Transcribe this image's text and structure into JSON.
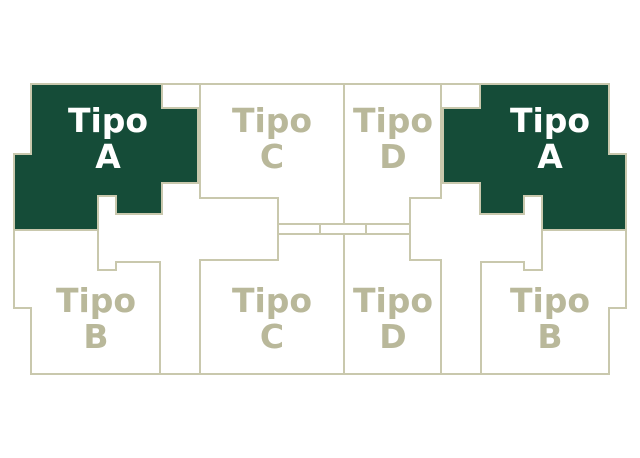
{
  "floorplan": {
    "colors": {
      "highlight_fill": "#154c38",
      "outline": "#c9c8ad",
      "label_muted": "#b9b89a",
      "label_highlight": "#ffffff"
    },
    "units": [
      {
        "id": "a-left",
        "type": "Tipo",
        "letter": "A",
        "highlighted": true
      },
      {
        "id": "c-top",
        "type": "Tipo",
        "letter": "C",
        "highlighted": false
      },
      {
        "id": "d-top",
        "type": "Tipo",
        "letter": "D",
        "highlighted": false
      },
      {
        "id": "a-right",
        "type": "Tipo",
        "letter": "A",
        "highlighted": true
      },
      {
        "id": "b-left",
        "type": "Tipo",
        "letter": "B",
        "highlighted": false
      },
      {
        "id": "c-bottom",
        "type": "Tipo",
        "letter": "C",
        "highlighted": false
      },
      {
        "id": "d-bottom",
        "type": "Tipo",
        "letter": "D",
        "highlighted": false
      },
      {
        "id": "b-right",
        "type": "Tipo",
        "letter": "B",
        "highlighted": false
      }
    ]
  }
}
